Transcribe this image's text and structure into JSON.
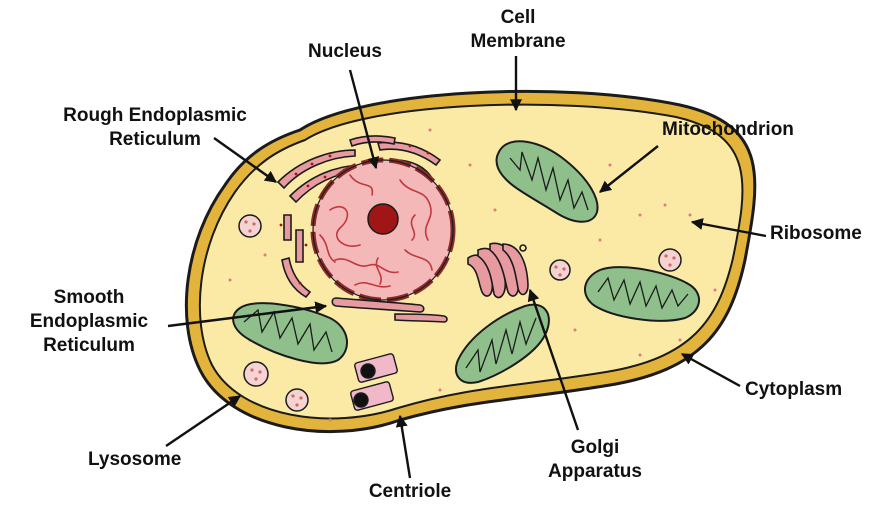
{
  "labels": {
    "cell_membrane": [
      "Cell",
      "Membrane"
    ],
    "nucleus": "Nucleus",
    "rough_er": [
      "Rough Endoplasmic",
      "Reticulum"
    ],
    "mitochondrion": "Mitochondrion",
    "ribosome": "Ribosome",
    "smooth_er": [
      "Smooth",
      "Endoplasmic",
      "Reticulum"
    ],
    "cytoplasm": "Cytoplasm",
    "lysosome": "Lysosome",
    "centriole": "Centriole",
    "golgi": [
      "Golgi",
      "Apparatus"
    ]
  },
  "colors": {
    "membrane": "#e2b43c",
    "cytoplasm": "#fbe9a6",
    "nucleus": "#f5b8b8",
    "nucleolus": "#a01616",
    "mitochondrion": "#8fc08c",
    "er": "#e79aa0",
    "outline": "#1b1b1b"
  }
}
